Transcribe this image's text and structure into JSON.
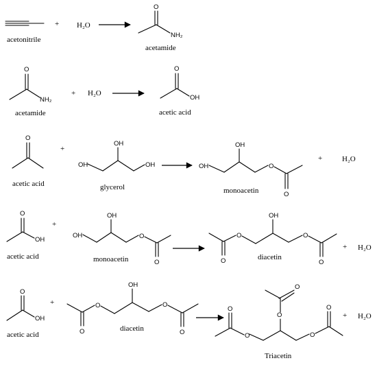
{
  "symbols": {
    "plus": "+",
    "water": "H₂O"
  },
  "atoms": {
    "O": "O",
    "OH": "OH",
    "NH2": "NH₂"
  },
  "reactions": [
    {
      "names": [
        "acetonitrile",
        "acetamide"
      ]
    },
    {
      "names": [
        "acetamide",
        "acetic acid"
      ]
    },
    {
      "names": [
        "acetic acid",
        "glycerol",
        "monoacetin"
      ]
    },
    {
      "names": [
        "acetic acid",
        "monoacetin",
        "diacetin"
      ]
    },
    {
      "names": [
        "acetic acid",
        "diacetin",
        "Triacetin"
      ]
    }
  ],
  "colors": {
    "ink": "#000000",
    "background": "#ffffff"
  }
}
